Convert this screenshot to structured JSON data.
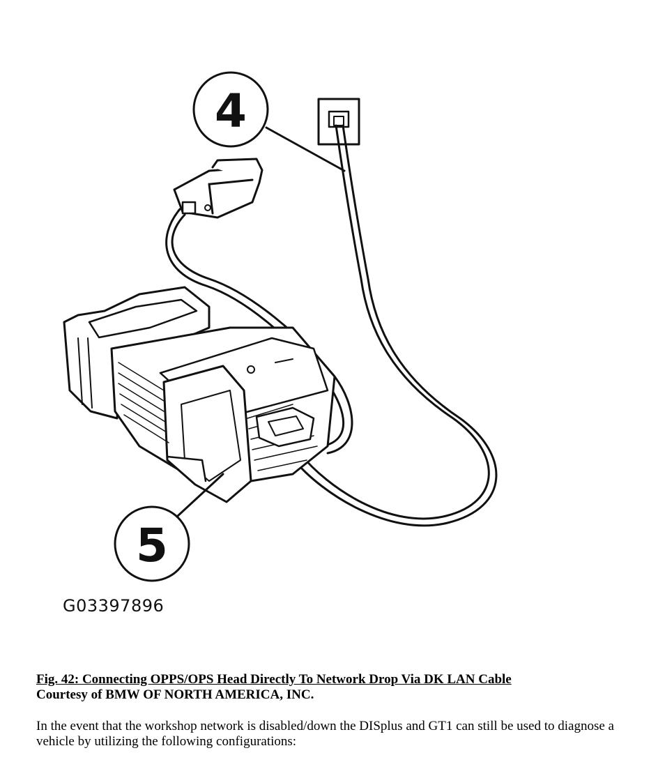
{
  "figure": {
    "callouts": [
      {
        "number": "4",
        "target": "DK LAN cable"
      },
      {
        "number": "5",
        "target": "OPPS/OPS head"
      }
    ],
    "figure_id": "G03397896"
  },
  "caption": {
    "title": "Fig. 42: Connecting OPPS/OPS Head Directly To Network Drop Via DK LAN Cable",
    "credit": "Courtesy of BMW OF NORTH AMERICA, INC."
  },
  "body": {
    "paragraph": "In the event that the workshop network is disabled/down the DISplus and GT1 can still be used to diagnose a vehicle by utilizing the following configurations:"
  }
}
